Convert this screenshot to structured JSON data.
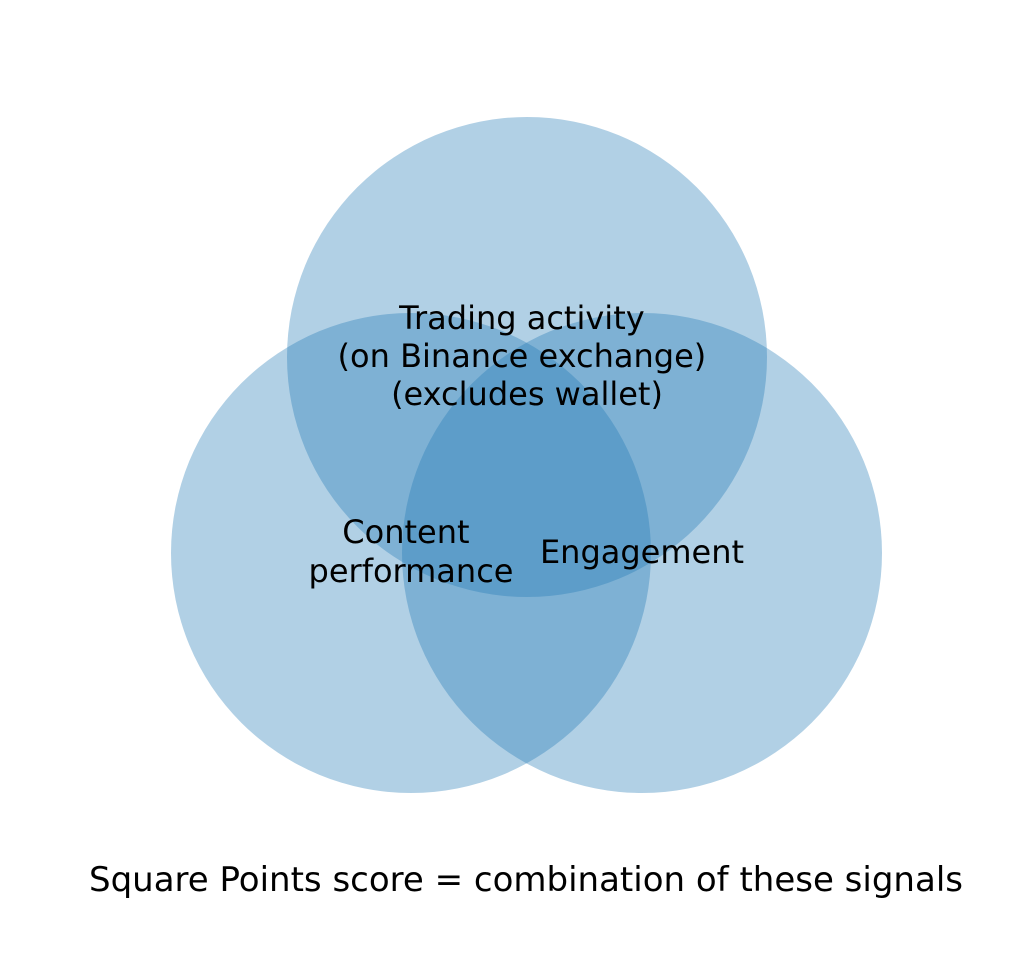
{
  "diagram": {
    "circle_color": "#1f77b4",
    "sets": [
      {
        "key": "trading",
        "lines": [
          "Trading activity",
          "(on Binance exchange)",
          "(excludes wallet)"
        ]
      },
      {
        "key": "content",
        "lines": [
          "Content",
          "performance"
        ]
      },
      {
        "key": "engagement",
        "lines": [
          "Engagement"
        ]
      }
    ],
    "footer": "Square Points score = combination of these signals"
  }
}
